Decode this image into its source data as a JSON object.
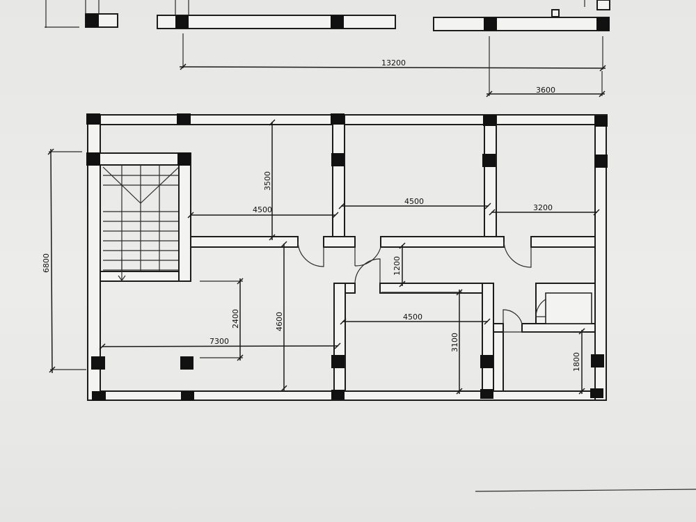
{
  "plan": {
    "top_dimensions": {
      "overall": "13200",
      "right_bay": "3600"
    },
    "room_dimensions": {
      "top_left_room_width": "4500",
      "top_left_room_height": "3500",
      "top_middle_room_width": "4500",
      "top_right_room_width": "3200",
      "corridor_height": "1200",
      "lobby_height": "2400",
      "lobby_width": "7300",
      "lobby_depth": "4600",
      "bottom_middle_room_width": "4500",
      "bottom_middle_room_height": "3100",
      "bottom_right_room_height": "1800"
    },
    "left_overall_dimension": "6800"
  },
  "colors": {
    "line": "#1a1a1a",
    "column": "#111111",
    "paper": "#ebebea"
  }
}
